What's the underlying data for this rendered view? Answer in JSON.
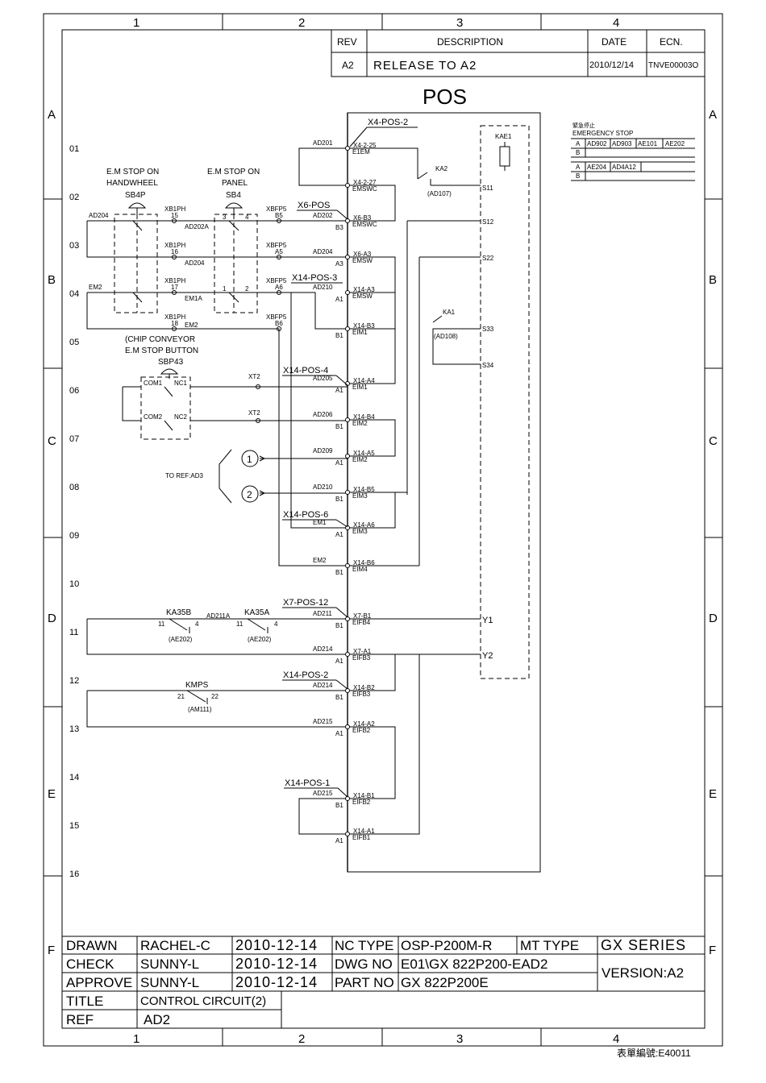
{
  "frame": {
    "cols": [
      "1",
      "2",
      "3",
      "4"
    ],
    "rows": [
      "A",
      "B",
      "C",
      "D",
      "E",
      "F"
    ],
    "line_numbers": [
      "01",
      "02",
      "03",
      "04",
      "05",
      "06",
      "07",
      "08",
      "09",
      "10",
      "11",
      "12",
      "13",
      "14",
      "15",
      "16"
    ]
  },
  "revision": {
    "headers": {
      "rev": "REV",
      "description": "DESCRIPTION",
      "date": "DATE",
      "ecn": "ECN."
    },
    "entry": {
      "rev": "A2",
      "description": "RELEASE TO A2",
      "date": "2010/12/14",
      "ecn": "TNVE00003O"
    }
  },
  "diagram": {
    "title": "POS",
    "emergency_stop": {
      "label_cn": "緊急停止",
      "label_en": "EMERGENCY STOP",
      "rowA1": [
        "A",
        "AD902",
        "AD903",
        "AE101",
        "AE202"
      ],
      "rowB1": [
        "B"
      ],
      "rowA2": [
        "A",
        "AE204",
        "AD4A12"
      ],
      "rowB2": [
        "B"
      ]
    },
    "connectors": {
      "x4_pos_2": "X4-POS-2",
      "x6_pos": "X6-POS",
      "x14_pos_3": "X14-POS-3",
      "x14_pos_4": "X14-POS-4",
      "x14_pos_6": "X14-POS-6",
      "x7_pos_12": "X7-POS-12",
      "x14_pos_2": "X14-POS-2",
      "x14_pos_1": "X14-POS-1"
    },
    "pins": [
      {
        "id": "p1",
        "top": "X4-2-25",
        "bottom": "E1EM",
        "wire": "AD201",
        "side": ""
      },
      {
        "id": "p2",
        "top": "X4-2-27",
        "bottom": "EMSWC",
        "wire": "",
        "side": ""
      },
      {
        "id": "p3",
        "top": "X6-B3",
        "bottom": "EMSWC",
        "wire": "AD202",
        "side": "B3"
      },
      {
        "id": "p4",
        "top": "X6-A3",
        "bottom": "EMSW",
        "wire": "AD204",
        "side": "A3"
      },
      {
        "id": "p5",
        "top": "X14-A3",
        "bottom": "EMSW",
        "wire": "AD210",
        "side": "A1"
      },
      {
        "id": "p6",
        "top": "X14-B3",
        "bottom": "EIM1",
        "wire": "",
        "side": "B1"
      },
      {
        "id": "p7",
        "top": "X14-A4",
        "bottom": "EIM1",
        "wire": "AD205",
        "side": "A1"
      },
      {
        "id": "p8",
        "top": "X14-B4",
        "bottom": "EIM2",
        "wire": "AD206",
        "side": "B1"
      },
      {
        "id": "p9",
        "top": "X14-A5",
        "bottom": "EIM2",
        "wire": "AD209",
        "side": "A1"
      },
      {
        "id": "p10",
        "top": "X14-B5",
        "bottom": "EIM3",
        "wire": "AD210",
        "side": "B1"
      },
      {
        "id": "p11",
        "top": "X14-A6",
        "bottom": "EIM3",
        "wire": "EM1",
        "side": "A1"
      },
      {
        "id": "p12",
        "top": "X14-B6",
        "bottom": "EIM4",
        "wire": "EM2",
        "side": "B1"
      },
      {
        "id": "p13",
        "top": "X7-B1",
        "bottom": "EIFB4",
        "wire": "AD211",
        "side": "B1"
      },
      {
        "id": "p14",
        "top": "X7-A1",
        "bottom": "EIFB3",
        "wire": "AD214",
        "side": "A1"
      },
      {
        "id": "p15",
        "top": "X14-B2",
        "bottom": "EIFB3",
        "wire": "AD214",
        "side": "B1"
      },
      {
        "id": "p16",
        "top": "X14-A2",
        "bottom": "EIFB2",
        "wire": "AD215",
        "side": "A1"
      },
      {
        "id": "p17",
        "top": "X14-B1",
        "bottom": "EIFB2",
        "wire": "AD215",
        "side": "B1"
      },
      {
        "id": "p18",
        "top": "X14-A1",
        "bottom": "EIFB1",
        "wire": "",
        "side": "A1"
      }
    ],
    "switches": {
      "sb4p": {
        "line1": "E.M STOP ON",
        "line2": "HANDWHEEL",
        "name": "SB4P"
      },
      "sb4": {
        "line1": "E.M STOP ON",
        "line2": "PANEL",
        "name": "SB4"
      },
      "sbp43": {
        "line1": "(CHIP CONVEYOR",
        "line2": "E.M STOP BUTTON",
        "name": "SBP43",
        "com1": "COM1",
        "nc1": "NC1",
        "com2": "COM2",
        "nc2": "NC2"
      }
    },
    "left_wiring": {
      "ad204": "AD204",
      "em2": "EM2",
      "xb1ph": "XB1PH",
      "xbfp5": "XBFP5",
      "n15": "15",
      "n16": "16",
      "n17": "17",
      "n18": "18",
      "b5": "B5",
      "a5": "A5",
      "a6": "A6",
      "b6": "B6",
      "ad202a": "AD202A",
      "ad204b": "AD204",
      "em1a": "EM1A",
      "em2b": "EM2",
      "c3": "3",
      "c4": "4",
      "c1": "1",
      "c2": "2",
      "xt2": "XT2"
    },
    "ref": {
      "label": "TO REF:AD3",
      "c1": "1",
      "c2": "2"
    },
    "relays": {
      "ka2": "KA2",
      "ka2_ref": "(AD107)",
      "ka1": "KA1",
      "ka1_ref": "(AD108)",
      "kae1": "KAE1",
      "ka35b": "KA35B",
      "ka35a": "KA35A",
      "ad211a": "AD211A",
      "ka35b_n1": "11",
      "ka35b_n2": "4",
      "ka35a_n1": "11",
      "ka35a_n2": "4",
      "ae202": "(AE202)",
      "kmps": "KMPS",
      "kmps_n1": "21",
      "kmps_n2": "22",
      "am111": "(AM111)"
    },
    "terminals": {
      "s11": "S11",
      "s12": "S12",
      "s22": "S22",
      "s33": "S33",
      "s34": "S34",
      "y1": "Y1",
      "y2": "Y2"
    }
  },
  "title_block": {
    "drawn_label": "DRAWN",
    "drawn_name": "RACHEL-C",
    "drawn_date": "2010-12-14",
    "nc_type_label": "NC TYPE",
    "nc_type": "OSP-P200M-R",
    "mt_type_label": "MT TYPE",
    "series": "GX SERIES",
    "check_label": "CHECK",
    "check_name": "SUNNY-L",
    "check_date": "2010-12-14",
    "dwg_no_label": "DWG NO",
    "dwg_no": "E01\\GX 822P200-EAD2",
    "version": "VERSION:A2",
    "approve_label": "APPROVE",
    "approve_name": "SUNNY-L",
    "approve_date": "2010-12-14",
    "part_no_label": "PART NO",
    "part_no": "GX 822P200E",
    "title_label": "TITLE",
    "title": "CONTROL CIRCUIT(2)",
    "ref_label": "REF",
    "ref": "AD2"
  },
  "form_code": "表單編號:E40011"
}
